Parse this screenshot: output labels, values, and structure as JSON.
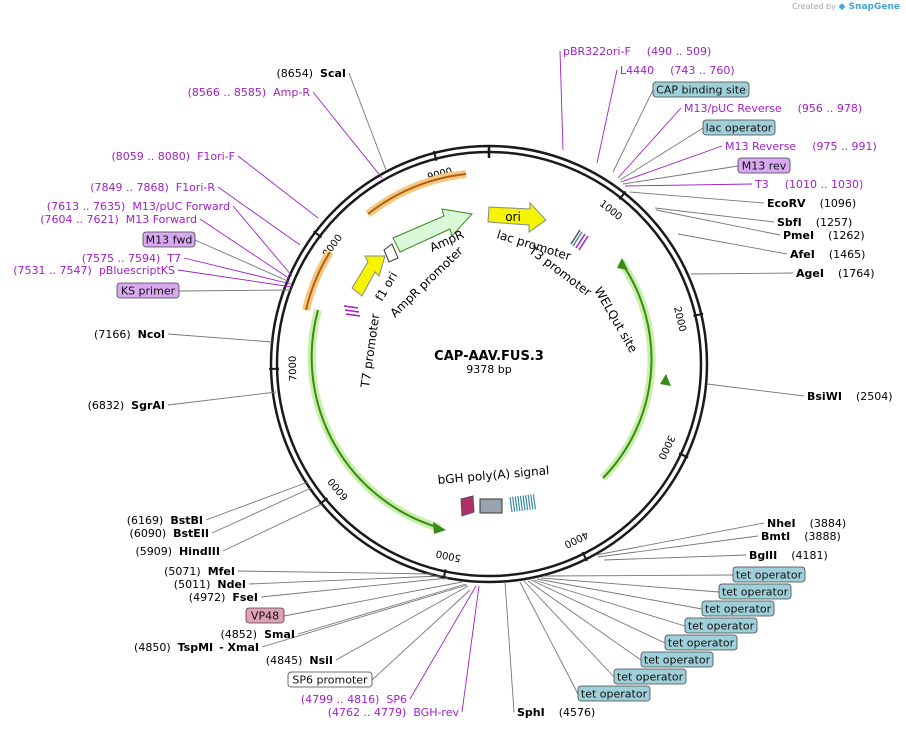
{
  "brand": {
    "created_by": "Created by",
    "name": "SnapGene"
  },
  "plasmid": {
    "name": "CAP-AAV.FUS.3",
    "length": "9378 bp"
  },
  "ticks": [
    "1000",
    "2000",
    "3000",
    "4000",
    "5000",
    "6000",
    "7000",
    "8000",
    "9000"
  ],
  "features": {
    "ori": "ori",
    "ampr": "AmpR",
    "f1_ori": "f1 ori",
    "ampr_promoter": "AmpR promoter",
    "lac_promoter": "lac promoter",
    "t3_promoter": "T3 promoter",
    "welqut_site": "WELQut site",
    "t7_promoter": "T7 promoter",
    "bgh": "bGH poly(A) signal"
  },
  "site_labels": [
    {
      "id": "scai",
      "name": "ScaI",
      "pos": "(8654)"
    },
    {
      "id": "amp-r",
      "name": "Amp-R",
      "pos": "(8566 .. 8585)",
      "primer": true
    },
    {
      "id": "f1ori-f",
      "name": "F1ori-F",
      "pos": "(8059 .. 8080)",
      "primer": true
    },
    {
      "id": "f1ori-r",
      "name": "F1ori-R",
      "pos": "(7849 .. 7868)",
      "primer": true
    },
    {
      "id": "m13-puc-fwd",
      "name": "M13/pUC Forward",
      "pos": "(7613 .. 7635)",
      "primer": true
    },
    {
      "id": "m13-fwd-primer",
      "name": "M13 Forward",
      "pos": "(7604 .. 7621)",
      "primer": true
    },
    {
      "id": "m13-fwd",
      "name": "M13 fwd",
      "box": "purple"
    },
    {
      "id": "t7",
      "name": "T7",
      "pos": "(7575 .. 7594)",
      "primer": true
    },
    {
      "id": "pbluescriptks",
      "name": "pBluescriptKS",
      "pos": "(7531 .. 7547)",
      "primer": true
    },
    {
      "id": "ks-primer",
      "name": "KS primer",
      "box": "purple"
    },
    {
      "id": "ncoi",
      "name": "NcoI",
      "pos": "(7166)"
    },
    {
      "id": "sgrai",
      "name": "SgrAI",
      "pos": "(6832)"
    },
    {
      "id": "bstbi",
      "name": "BstBI",
      "pos": "(6169)"
    },
    {
      "id": "bsteii",
      "name": "BstEII",
      "pos": "(6090)"
    },
    {
      "id": "hindiii",
      "name": "HindIII",
      "pos": "(5909)"
    },
    {
      "id": "mfei",
      "name": "MfeI",
      "pos": "(5071)"
    },
    {
      "id": "ndei",
      "name": "NdeI",
      "pos": "(5011)"
    },
    {
      "id": "fsei",
      "name": "FseI",
      "pos": "(4972)"
    },
    {
      "id": "vp48",
      "name": "VP48",
      "box": "pink"
    },
    {
      "id": "smai",
      "name": "SmaI",
      "pos": "(4852)"
    },
    {
      "id": "tspmi",
      "name": "TspMI",
      "pos": "(4850)",
      "extra": "- XmaI"
    },
    {
      "id": "nsii",
      "name": "NsiI",
      "pos": "(4845)"
    },
    {
      "id": "sp6-promoter",
      "name": "SP6 promoter",
      "box": "white"
    },
    {
      "id": "sp6",
      "name": "SP6",
      "pos": "(4799 .. 4816)",
      "primer": true
    },
    {
      "id": "bgh-rev",
      "name": "BGH-rev",
      "pos": "(4762 .. 4779)",
      "primer": true
    },
    {
      "id": "sphi",
      "name": "SphI",
      "pos": "(4576)"
    },
    {
      "id": "pbr322ori-f",
      "name": "pBR322ori-F",
      "pos": "(490 .. 509)",
      "primer": true
    },
    {
      "id": "l4440",
      "name": "L4440",
      "pos": "(743 .. 760)",
      "primer": true
    },
    {
      "id": "cap-binding-site",
      "name": "CAP binding site",
      "box": "teal"
    },
    {
      "id": "m13-puc-rev",
      "name": "M13/pUC Reverse",
      "pos": "(956 .. 978)",
      "primer": true
    },
    {
      "id": "lac-operator",
      "name": "lac operator",
      "box": "teal"
    },
    {
      "id": "m13-reverse",
      "name": "M13 Reverse",
      "pos": "(975 .. 991)",
      "primer": true
    },
    {
      "id": "m13-rev",
      "name": "M13 rev",
      "box": "purple"
    },
    {
      "id": "t3",
      "name": "T3",
      "pos": "(1010 .. 1030)",
      "primer": true
    },
    {
      "id": "ecorv",
      "name": "EcoRV",
      "pos": "(1096)"
    },
    {
      "id": "sbfi",
      "name": "SbfI",
      "pos": "(1257)"
    },
    {
      "id": "pmei",
      "name": "PmeI",
      "pos": "(1262)"
    },
    {
      "id": "afei",
      "name": "AfeI",
      "pos": "(1465)"
    },
    {
      "id": "agei",
      "name": "AgeI",
      "pos": "(1764)"
    },
    {
      "id": "bsiwi",
      "name": "BsiWI",
      "pos": "(2504)"
    },
    {
      "id": "nhei",
      "name": "NheI",
      "pos": "(3884)"
    },
    {
      "id": "bmti",
      "name": "BmtI",
      "pos": "(3888)"
    },
    {
      "id": "bglii",
      "name": "BglII",
      "pos": "(4181)"
    }
  ],
  "tet_operator": "tet operator",
  "colors": {
    "primer": "#a020c8",
    "enzyme": "#000000",
    "teal_box": "#9fd0da",
    "purple_box": "#d8a8f0",
    "pink_box": "#e0a0b8",
    "ring": "#1a1a1a",
    "cds_green": "#3a8a1a",
    "cds_glow": "#c8f0a8",
    "orange_glow": "#f5c880",
    "yellow": "#f5f500"
  }
}
